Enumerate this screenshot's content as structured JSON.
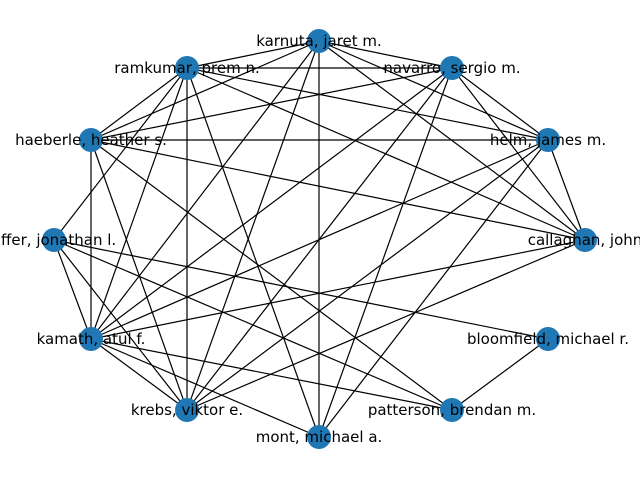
{
  "colors": {
    "node": "#1f77b4",
    "edge": "#000000",
    "label": "#000000",
    "background": "#ffffff"
  },
  "nodes": [
    {
      "id": "karnuta",
      "label": "karnuta, jaret m."
    },
    {
      "id": "navarro",
      "label": "navarro, sergio m."
    },
    {
      "id": "helm",
      "label": "helm, james m."
    },
    {
      "id": "callaghan",
      "label": "callaghan, john"
    },
    {
      "id": "bloomfield",
      "label": "bloomfield, michael r."
    },
    {
      "id": "patterson",
      "label": "patterson, brendan m."
    },
    {
      "id": "mont",
      "label": "mont, michael a."
    },
    {
      "id": "krebs",
      "label": "krebs, viktor e."
    },
    {
      "id": "kamath",
      "label": "kamath, atul f."
    },
    {
      "id": "shaffer",
      "label": "affer, jonathan l."
    },
    {
      "id": "haeberle",
      "label": "haeberle, heather s."
    },
    {
      "id": "ramkumar",
      "label": "ramkumar, prem n."
    }
  ],
  "edges": [
    [
      "karnuta",
      "navarro"
    ],
    [
      "karnuta",
      "ramkumar"
    ],
    [
      "karnuta",
      "haeberle"
    ],
    [
      "karnuta",
      "helm"
    ],
    [
      "karnuta",
      "callaghan"
    ],
    [
      "karnuta",
      "mont"
    ],
    [
      "karnuta",
      "krebs"
    ],
    [
      "karnuta",
      "kamath"
    ],
    [
      "ramkumar",
      "navarro"
    ],
    [
      "ramkumar",
      "haeberle"
    ],
    [
      "ramkumar",
      "helm"
    ],
    [
      "ramkumar",
      "callaghan"
    ],
    [
      "ramkumar",
      "shaffer"
    ],
    [
      "ramkumar",
      "kamath"
    ],
    [
      "ramkumar",
      "krebs"
    ],
    [
      "ramkumar",
      "mont"
    ],
    [
      "navarro",
      "haeberle"
    ],
    [
      "navarro",
      "helm"
    ],
    [
      "navarro",
      "callaghan"
    ],
    [
      "navarro",
      "kamath"
    ],
    [
      "navarro",
      "krebs"
    ],
    [
      "navarro",
      "mont"
    ],
    [
      "haeberle",
      "helm"
    ],
    [
      "haeberle",
      "callaghan"
    ],
    [
      "haeberle",
      "kamath"
    ],
    [
      "haeberle",
      "krebs"
    ],
    [
      "haeberle",
      "patterson"
    ],
    [
      "helm",
      "callaghan"
    ],
    [
      "helm",
      "kamath"
    ],
    [
      "helm",
      "krebs"
    ],
    [
      "helm",
      "mont"
    ],
    [
      "callaghan",
      "kamath"
    ],
    [
      "callaghan",
      "krebs"
    ],
    [
      "shaffer",
      "kamath"
    ],
    [
      "shaffer",
      "krebs"
    ],
    [
      "shaffer",
      "bloomfield"
    ],
    [
      "shaffer",
      "patterson"
    ],
    [
      "kamath",
      "krebs"
    ],
    [
      "kamath",
      "patterson"
    ],
    [
      "kamath",
      "mont"
    ],
    [
      "bloomfield",
      "patterson"
    ]
  ]
}
